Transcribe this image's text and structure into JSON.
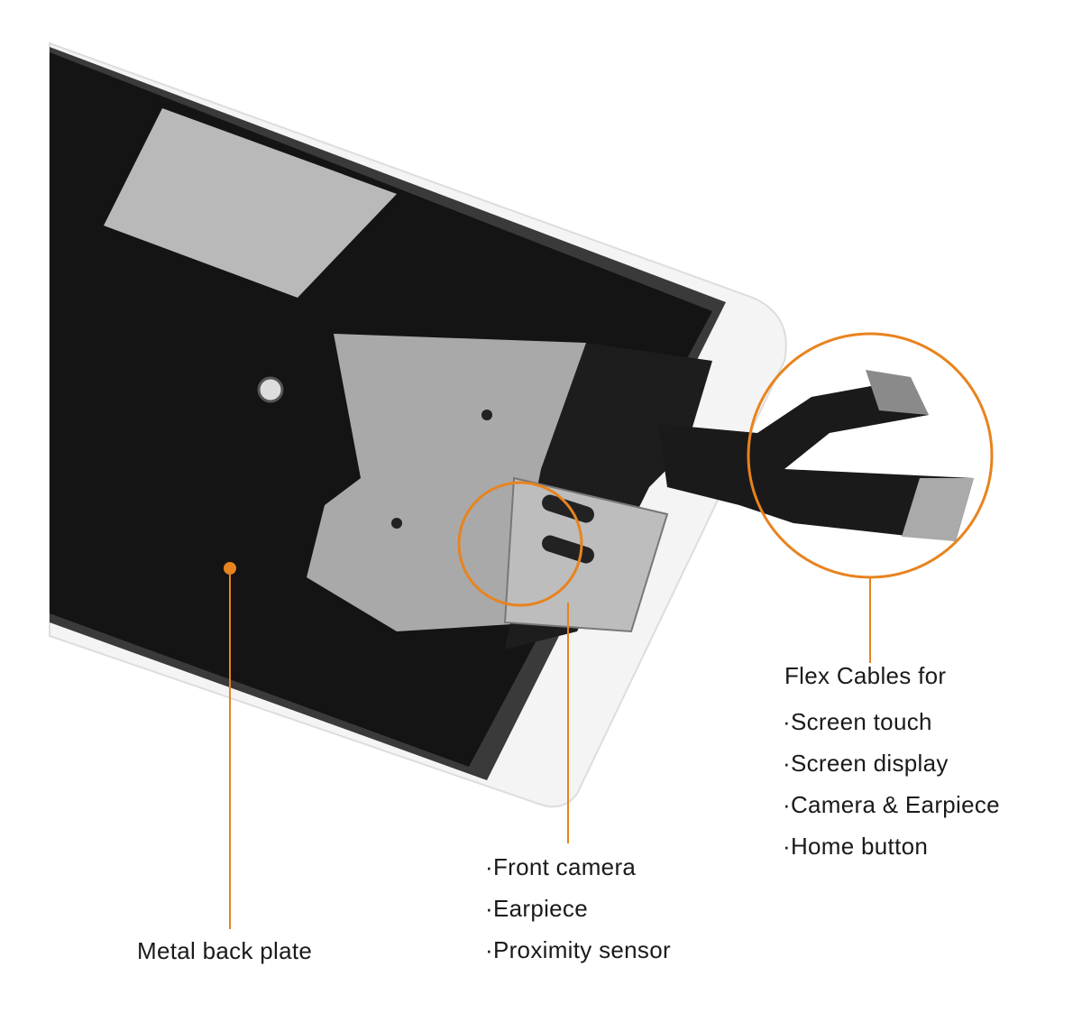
{
  "accent_color": "#e8831e",
  "callouts": {
    "back_plate": {
      "label": "Metal back plate"
    },
    "front_module": {
      "items": [
        "·Front camera",
        "·Earpiece",
        "·Proximity sensor"
      ]
    },
    "flex_cables": {
      "title": "Flex Cables for",
      "items": [
        "·Screen touch",
        "·Screen display",
        "·Camera & Earpiece",
        "·Home button"
      ]
    }
  }
}
